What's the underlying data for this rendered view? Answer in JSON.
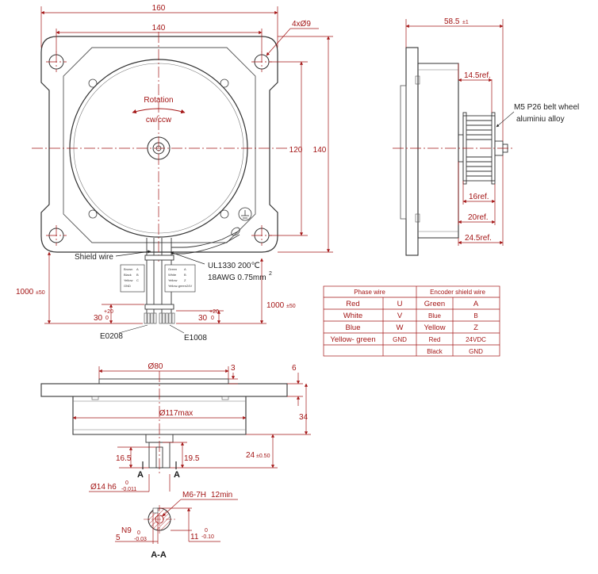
{
  "front_view": {
    "dim_overall_width": "160",
    "dim_hole_spacing_x": "140",
    "dim_holes": "4xØ9",
    "dim_hole_spacing_y": "120",
    "dim_overall_height": "140",
    "rotation_label": "Rotation",
    "rotation_dir": "cw/ccw",
    "shield_wire": "Shield wire",
    "cable_spec_1": "UL1330  200℃",
    "cable_spec_2": "18AWG  0.75mm",
    "cable_spec_exp": "2",
    "lead_length_left": "1000",
    "lead_length_left_tol": "±50",
    "lead_length_right": "1000",
    "lead_length_right_tol": "±50",
    "strip_left": "30",
    "strip_left_tol_up": "+20",
    "strip_left_tol_lo": "0",
    "strip_right": "30",
    "strip_right_tol_up": "+20",
    "strip_right_tol_lo": "0",
    "connector_left": "E0208",
    "connector_right": "E1008",
    "label_a_lines": [
      "Brown",
      "A",
      "Black",
      "B",
      "Yellow",
      "C",
      "GND"
    ],
    "label_b_lines": [
      "Green",
      "A",
      "White",
      "B",
      "Yellow",
      "Z",
      "Yellow-green",
      "24V"
    ]
  },
  "side_view": {
    "dim_length": "58.5",
    "dim_length_tol": "±1",
    "dim_pulley_offset": "14.5ref.",
    "pulley_note_1": "M5  P26 belt wheel",
    "pulley_note_2": "aluminiu alloy",
    "dim_ref_16": "16ref.",
    "dim_ref_20": "20ref.",
    "dim_ref_245": "24.5ref."
  },
  "wire_table": {
    "headers": [
      "Phase wire",
      "Encoder shield wire"
    ],
    "rows": [
      [
        "Red",
        "U",
        "Green",
        "A"
      ],
      [
        "White",
        "V",
        "Blue",
        "B"
      ],
      [
        "Blue",
        "W",
        "Yellow",
        "Z"
      ],
      [
        "Yellow- green",
        "GND",
        "Red",
        "24VDC"
      ],
      [
        "",
        "",
        "Black",
        "GND"
      ]
    ]
  },
  "bottom_view": {
    "dim_pilot": "Ø80",
    "dim_pilot_h": "3",
    "dim_flange_t": "6",
    "dim_body_dia": "Ø117max",
    "dim_body_h": "34",
    "dim_shaft_len": "24",
    "dim_shaft_len_tol": "±0.50",
    "dim_key_left": "16.5",
    "dim_key_right": "19.5",
    "section_mark": "A",
    "dim_shaft_dia": "Ø14 h6",
    "dim_shaft_dia_tol_up": "0",
    "dim_shaft_dia_tol_lo": "-0.011"
  },
  "section_view": {
    "thread_note": "M6-7H",
    "thread_depth": "12min",
    "key_width": "N9",
    "key_width_tol_up": "0",
    "key_width_tol_lo": "-0.03",
    "key_width_val": "5",
    "key_depth": "11",
    "key_depth_tol_up": "0",
    "key_depth_tol_lo": "-0.10",
    "section_title": "A-A"
  }
}
